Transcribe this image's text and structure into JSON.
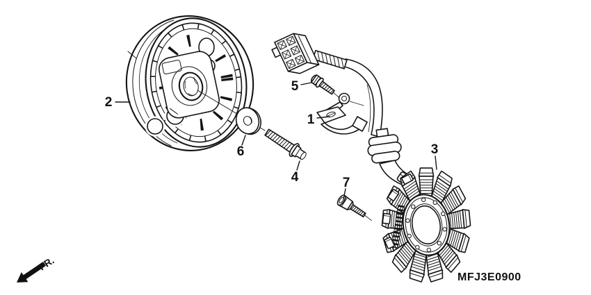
{
  "figure": {
    "background": "#ffffff",
    "ink": "#141414",
    "code": "MFJ3E0900",
    "front_marker": "FR.",
    "part_labels": [
      {
        "ref": "1"
      },
      {
        "ref": "2"
      },
      {
        "ref": "3"
      },
      {
        "ref": "4"
      },
      {
        "ref": "5"
      },
      {
        "ref": "6"
      },
      {
        "ref": "7"
      }
    ]
  }
}
